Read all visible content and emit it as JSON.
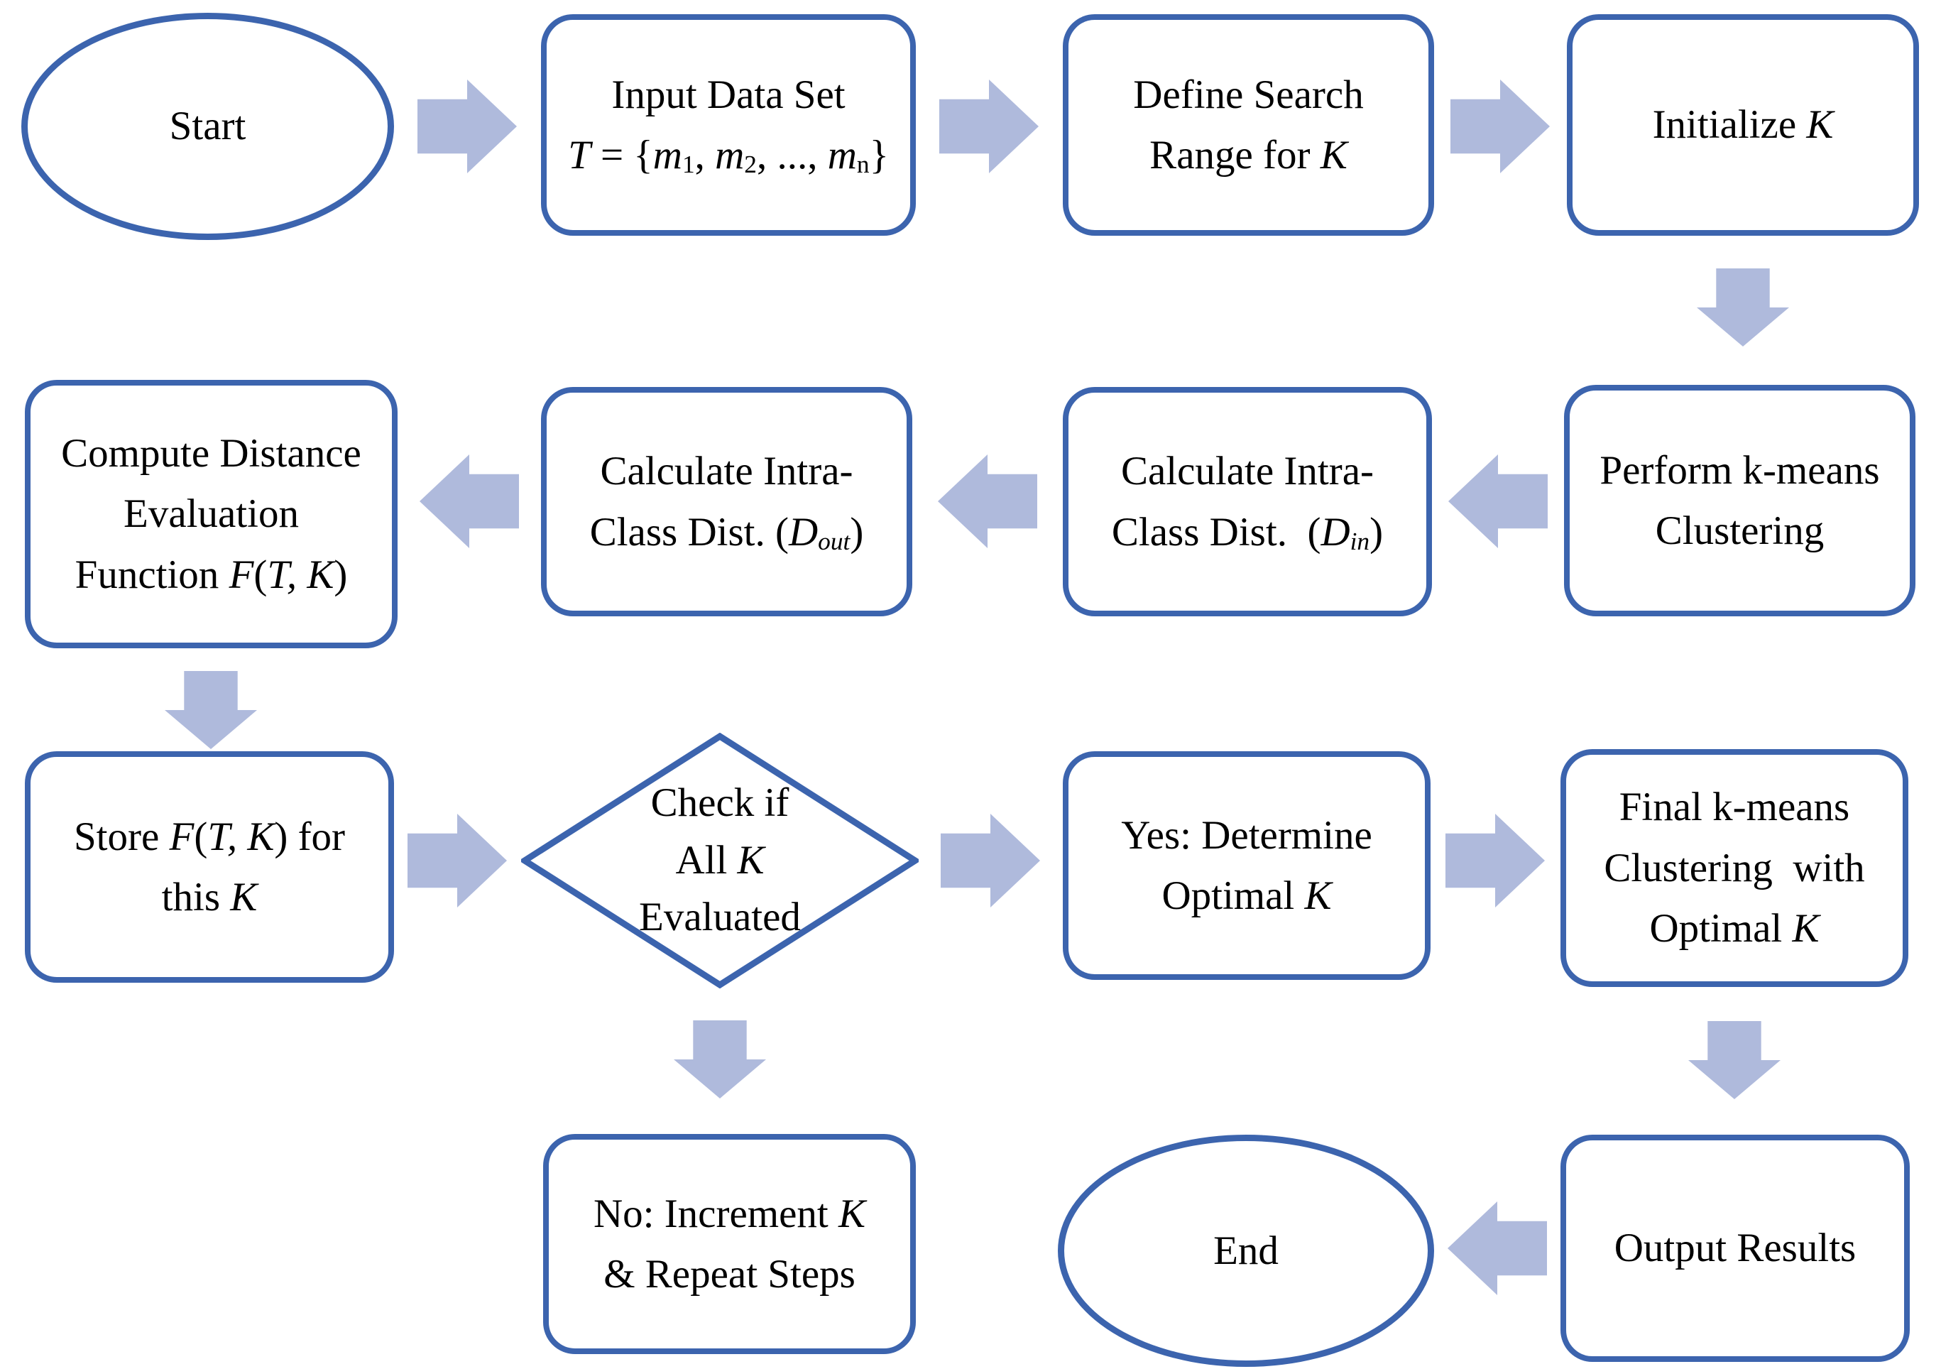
{
  "figure": {
    "type": "flowchart",
    "description": "Optimal K selection for k-means clustering flowchart"
  },
  "colors": {
    "shape_border": "#3C64AE",
    "arrow_fill": "#AFBADC",
    "text": "#000000",
    "background": "#FFFFFF"
  },
  "nodes": {
    "start": {
      "shape": "ellipse",
      "lines": [
        [
          {
            "t": "Start"
          }
        ]
      ]
    },
    "input_data": {
      "shape": "rect",
      "lines": [
        [
          {
            "t": "Input Data Set"
          }
        ],
        [
          {
            "t": "T",
            "s": "i"
          },
          {
            "t": " = {"
          },
          {
            "t": "m",
            "s": "i"
          },
          {
            "t": "1",
            "s": "sub"
          },
          {
            "t": ", "
          },
          {
            "t": "m",
            "s": "i"
          },
          {
            "t": "2",
            "s": "sub"
          },
          {
            "t": ", ..., "
          },
          {
            "t": "m",
            "s": "i"
          },
          {
            "t": "n",
            "s": "sub"
          },
          {
            "t": "}"
          }
        ]
      ]
    },
    "define_search": {
      "shape": "rect",
      "lines": [
        [
          {
            "t": "Define Search"
          }
        ],
        [
          {
            "t": "Range for "
          },
          {
            "t": "K",
            "s": "i"
          }
        ]
      ]
    },
    "initialize_k": {
      "shape": "rect",
      "lines": [
        [
          {
            "t": "Initialize "
          },
          {
            "t": "K",
            "s": "i"
          }
        ]
      ]
    },
    "perform_kmeans": {
      "shape": "rect",
      "lines": [
        [
          {
            "t": "Perform k-means"
          }
        ],
        [
          {
            "t": "Clustering"
          }
        ]
      ]
    },
    "calc_din": {
      "shape": "rect",
      "lines": [
        [
          {
            "t": "Calculate Intra-"
          }
        ],
        [
          {
            "t": "Class Dist.  ("
          },
          {
            "t": "D",
            "s": "i"
          },
          {
            "t": "in",
            "s": "isub"
          },
          {
            "t": ")"
          }
        ]
      ]
    },
    "calc_dout": {
      "shape": "rect",
      "lines": [
        [
          {
            "t": "Calculate Intra-"
          }
        ],
        [
          {
            "t": "Class Dist. ("
          },
          {
            "t": "D",
            "s": "i"
          },
          {
            "t": "out",
            "s": "isub"
          },
          {
            "t": ")"
          }
        ]
      ]
    },
    "compute_f": {
      "shape": "rect",
      "lines": [
        [
          {
            "t": "Compute Distance"
          }
        ],
        [
          {
            "t": "Evaluation"
          }
        ],
        [
          {
            "t": "Function "
          },
          {
            "t": "F",
            "s": "i"
          },
          {
            "t": "("
          },
          {
            "t": "T, K",
            "s": "i"
          },
          {
            "t": ")"
          }
        ]
      ]
    },
    "store_f": {
      "shape": "rect",
      "lines": [
        [
          {
            "t": "Store "
          },
          {
            "t": "F",
            "s": "i"
          },
          {
            "t": "("
          },
          {
            "t": "T, K",
            "s": "i"
          },
          {
            "t": ") for"
          }
        ],
        [
          {
            "t": "this "
          },
          {
            "t": "K",
            "s": "i"
          }
        ]
      ]
    },
    "check_diamond": {
      "shape": "diamond",
      "lines": [
        [
          {
            "t": "Check if"
          }
        ],
        [
          {
            "t": "All "
          },
          {
            "t": "K",
            "s": "i"
          }
        ],
        [
          {
            "t": "Evaluated"
          }
        ]
      ]
    },
    "yes_optimal": {
      "shape": "rect",
      "lines": [
        [
          {
            "t": "Yes: Determine"
          }
        ],
        [
          {
            "t": "Optimal "
          },
          {
            "t": "K",
            "s": "i"
          }
        ]
      ]
    },
    "final_kmeans": {
      "shape": "rect",
      "lines": [
        [
          {
            "t": "Final k-means"
          }
        ],
        [
          {
            "t": "Clustering  with"
          }
        ],
        [
          {
            "t": "Optimal "
          },
          {
            "t": "K",
            "s": "i"
          }
        ]
      ]
    },
    "no_increment": {
      "shape": "rect",
      "lines": [
        [
          {
            "t": "No: Increment "
          },
          {
            "t": "K",
            "s": "i"
          }
        ],
        [
          {
            "t": "& Repeat Steps"
          }
        ]
      ]
    },
    "end": {
      "shape": "ellipse",
      "lines": [
        [
          {
            "t": "End"
          }
        ]
      ]
    },
    "output_results": {
      "shape": "rect",
      "lines": [
        [
          {
            "t": "Output Results"
          }
        ]
      ]
    }
  },
  "arrows": [
    {
      "id": "start-to-input",
      "dir": "right",
      "from": "start",
      "to": "input_data"
    },
    {
      "id": "input-to-define",
      "dir": "right",
      "from": "input_data",
      "to": "define_search"
    },
    {
      "id": "define-to-init",
      "dir": "right",
      "from": "define_search",
      "to": "initialize_k"
    },
    {
      "id": "init-to-perform",
      "dir": "down",
      "from": "initialize_k",
      "to": "perform_kmeans"
    },
    {
      "id": "perform-to-din",
      "dir": "left",
      "from": "perform_kmeans",
      "to": "calc_din"
    },
    {
      "id": "din-to-dout",
      "dir": "left",
      "from": "calc_din",
      "to": "calc_dout"
    },
    {
      "id": "dout-to-compute",
      "dir": "left",
      "from": "calc_dout",
      "to": "compute_f"
    },
    {
      "id": "compute-to-store",
      "dir": "down",
      "from": "compute_f",
      "to": "store_f"
    },
    {
      "id": "store-to-check",
      "dir": "right",
      "from": "store_f",
      "to": "check_diamond"
    },
    {
      "id": "check-to-yes",
      "dir": "right",
      "from": "check_diamond",
      "to": "yes_optimal"
    },
    {
      "id": "yes-to-final",
      "dir": "right",
      "from": "yes_optimal",
      "to": "final_kmeans"
    },
    {
      "id": "check-to-no",
      "dir": "down",
      "from": "check_diamond",
      "to": "no_increment"
    },
    {
      "id": "final-to-output",
      "dir": "down",
      "from": "final_kmeans",
      "to": "output_results"
    },
    {
      "id": "output-to-end",
      "dir": "left",
      "from": "output_results",
      "to": "end"
    }
  ]
}
